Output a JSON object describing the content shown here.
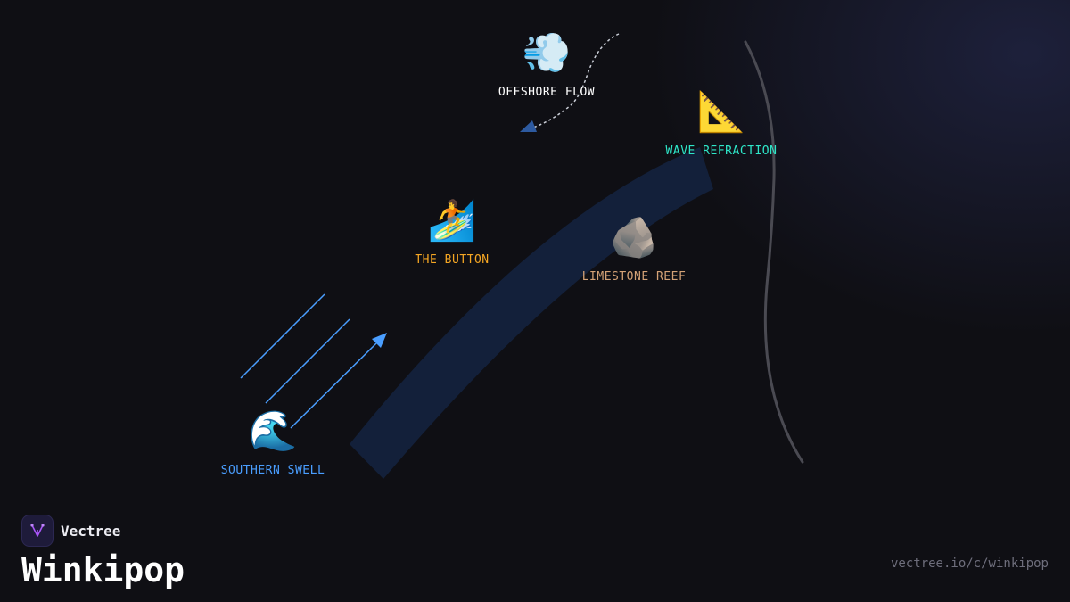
{
  "nodes": {
    "offshore_flow": {
      "emoji": "💨",
      "label": "OFFSHORE FLOW",
      "color": "#ffffff"
    },
    "wave_refraction": {
      "emoji": "📐",
      "label": "WAVE REFRACTION",
      "color": "#2ee6c8"
    },
    "the_button": {
      "emoji": "🏄",
      "label": "THE BUTTON",
      "color": "#f5a623"
    },
    "limestone_reef": {
      "emoji": "🪨",
      "label": "LIMESTONE REEF",
      "color": "#d4a276"
    },
    "southern_swell": {
      "emoji": "🌊",
      "label": "SOUTHERN SWELL",
      "color": "#4a9eff"
    }
  },
  "brand": {
    "name": "Vectree",
    "title": "Winkipop",
    "url": "vectree.io/c/winkipop"
  },
  "colors": {
    "background": "#0f0f14",
    "wave_band": "#13203a",
    "swell_lines": "#4a9eff",
    "coast": "#4a4a52",
    "logo": "#a855f7"
  }
}
